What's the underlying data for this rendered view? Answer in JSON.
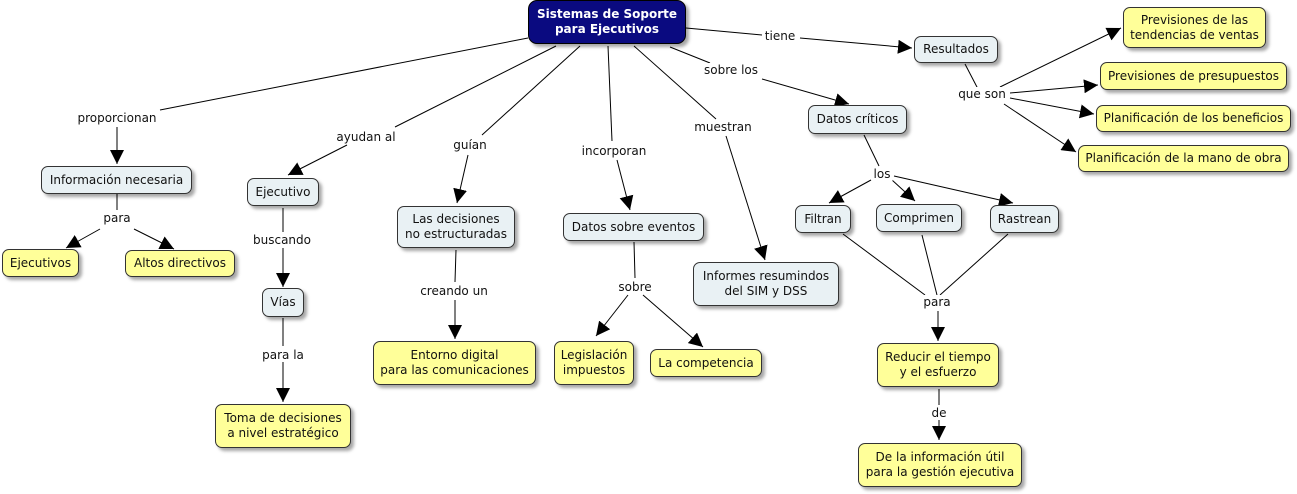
{
  "colors": {
    "root_fill": "#0a0a80",
    "concept_fill": "#e9f1f4",
    "leaf_fill": "#ffff99",
    "line": "#000000"
  },
  "nodes": {
    "root": "Sistemas de Soporte\npara Ejecutivos",
    "info_necesaria": "Información necesaria",
    "ejecutivos": "Ejecutivos",
    "altos_directivos": "Altos directivos",
    "ejecutivo": "Ejecutivo",
    "vias": "Vías",
    "toma_decisiones": "Toma de decisiones\na nivel estratégico",
    "decisiones_no_estr": "Las decisiones\nno estructuradas",
    "entorno_digital": "Entorno digital\npara las comunicaciones",
    "datos_eventos": "Datos sobre eventos",
    "legislacion": "Legislación\nimpuestos",
    "competencia": "La competencia",
    "informes": "Informes resumindos\ndel SIM y DSS",
    "datos_criticos": "Datos críticos",
    "filtran": "Filtran",
    "comprimen": "Comprimen",
    "rastrean": "Rastrean",
    "reducir": "Reducir el tiempo\ny el esfuerzo",
    "info_util": "De la información útil\npara la gestión ejecutiva",
    "resultados": "Resultados",
    "prev_tendencias": "Previsiones de las\ntendencias de ventas",
    "prev_presupuestos": "Previsiones de presupuestos",
    "plan_beneficios": "Planificación de los beneficios",
    "plan_mano_obra": "Planificación de la mano de obra"
  },
  "links": {
    "proporcionan": "proporcionan",
    "para1": "para",
    "ayudan_al": "ayudan al",
    "buscando": "buscando",
    "para_la": "para la",
    "guian": "guían",
    "creando_un": "creando un",
    "incorporan": "incorporan",
    "sobre": "sobre",
    "muestran": "muestran",
    "sobre_los": "sobre los",
    "los": "los",
    "para2": "para",
    "de": "de",
    "tiene": "tiene",
    "que_son": "que son"
  }
}
